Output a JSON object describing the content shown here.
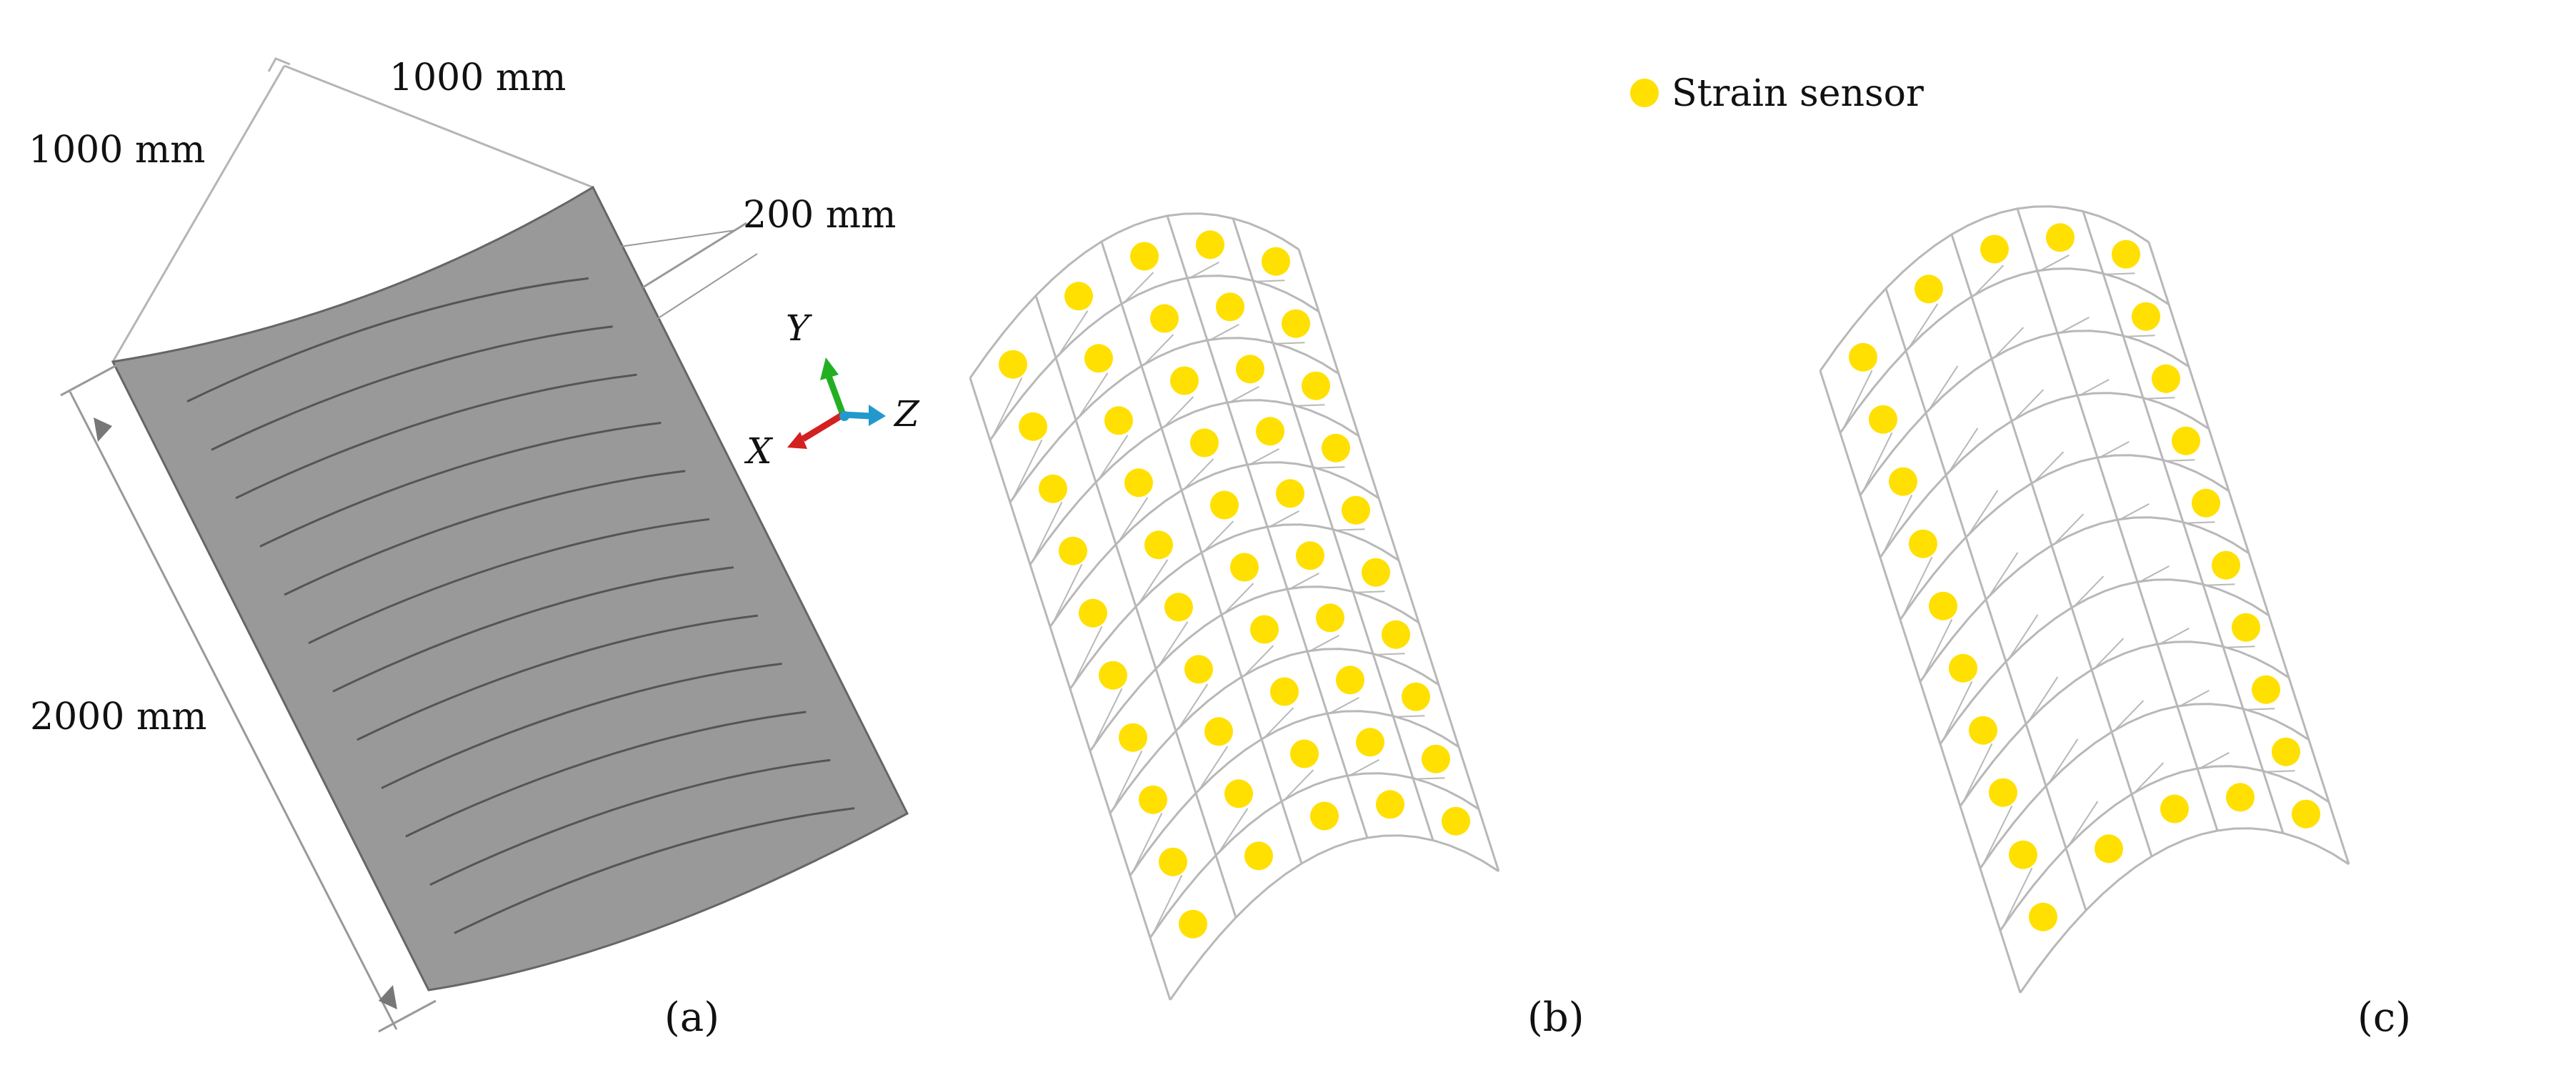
{
  "panel_a": {
    "dim_width": "1000 mm",
    "dim_depth": "1000 mm",
    "dim_layer": "200 mm",
    "dim_length": "2000 mm",
    "axis_y": "Y",
    "axis_x": "X",
    "axis_z": "Z",
    "caption": "(a)"
  },
  "panel_b": {
    "caption": "(b)"
  },
  "panel_c": {
    "caption": "(c)"
  },
  "legend": {
    "label": "Strain sensor"
  },
  "grid": {
    "rows": 10,
    "cols": 5
  },
  "colors": {
    "panel_fill": "#999999",
    "panel_edge": "#555555",
    "mesh_line": "#b8b8b8",
    "sensor": "#ffe000",
    "axis_x": "#d42020",
    "axis_y": "#22b022",
    "axis_z": "#2299cc"
  },
  "sensors_b": "all cells",
  "sensors_c": "boundary cells"
}
